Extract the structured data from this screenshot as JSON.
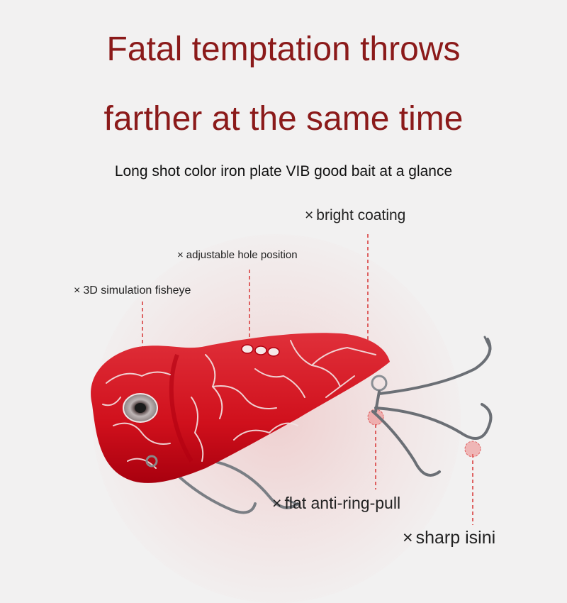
{
  "headline": {
    "line1": "Fatal temptation throws",
    "line2": "farther at the same time"
  },
  "subtitle": "Long shot color iron plate VIB good bait at a glance",
  "callouts": [
    {
      "marker": "×",
      "text": "bright coating"
    },
    {
      "marker": "×",
      "text": "adjustable hole position"
    },
    {
      "marker": "×",
      "text": "3D simulation fisheye"
    },
    {
      "marker": "×",
      "text": "flat anti-ring-pull"
    },
    {
      "marker": "×",
      "text": "sharp isini"
    }
  ],
  "colors": {
    "headline": "#8b1a1a",
    "lure_body": "#d5141f",
    "crackle": "#f3e4e4",
    "hook": "#6b6f75",
    "callout_line": "#d94040"
  }
}
